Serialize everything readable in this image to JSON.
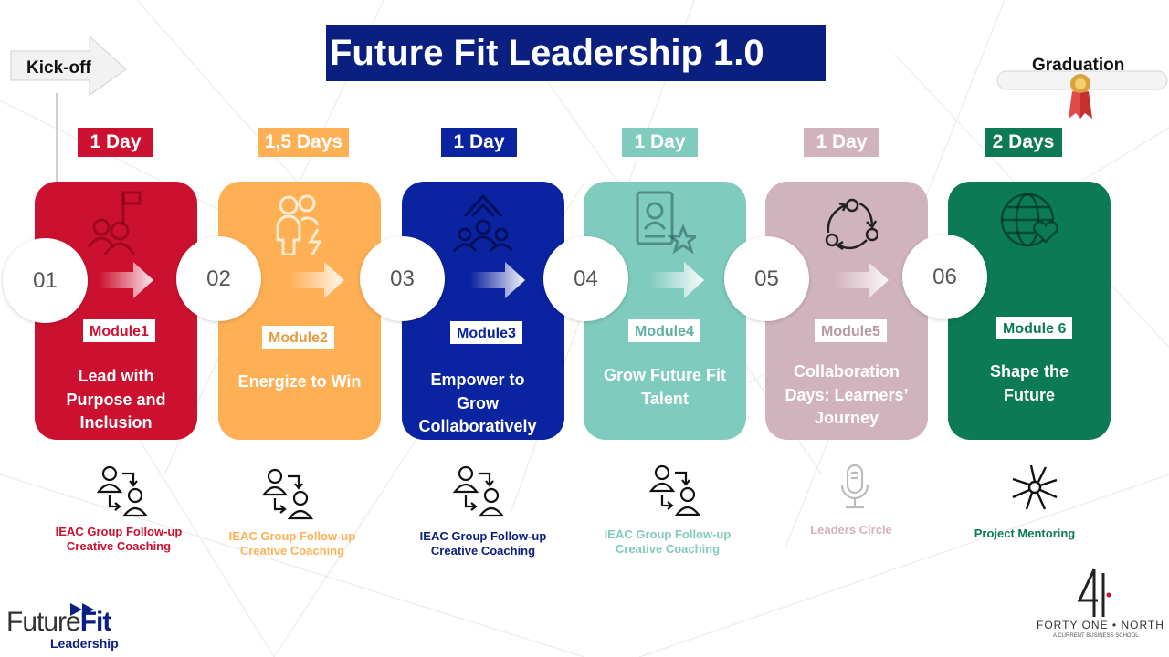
{
  "title": "Future Fit Leadership 1.0",
  "kickoff": "Kick-off",
  "graduation": "Graduation",
  "modules": [
    {
      "number": "01",
      "duration": "1 Day",
      "tag": "Module1",
      "title_lines": [
        "Lead with",
        "Purpose and",
        "Inclusion"
      ],
      "followup_lines": [
        "IEAC Group Follow-up",
        "Creative Coaching"
      ],
      "color": "#cc1130",
      "icon": "leader-group-icon",
      "followup_icon": "coaching-exchange-icon"
    },
    {
      "number": "02",
      "duration": "1,5 Days",
      "tag": "Module2",
      "title_lines": [
        "Energize to Win"
      ],
      "followup_lines": [
        "IEAC Group Follow-up",
        "Creative Coaching"
      ],
      "color": "#ffb055",
      "icon": "energized-people-icon",
      "followup_icon": "coaching-exchange-icon"
    },
    {
      "number": "03",
      "duration": "1 Day",
      "tag": "Module3",
      "title_lines": [
        "Empower to",
        "Grow",
        "Collaboratively"
      ],
      "followup_lines": [
        "IEAC Group Follow-up",
        "Creative Coaching"
      ],
      "color": "#0a23a0",
      "icon": "team-growth-icon",
      "followup_icon": "coaching-exchange-icon"
    },
    {
      "number": "04",
      "duration": "1 Day",
      "tag": "Module4",
      "title_lines": [
        "Grow Future Fit",
        "Talent"
      ],
      "followup_lines": [
        "IEAC Group Follow-up",
        "Creative Coaching"
      ],
      "color": "#7fcbbd",
      "icon": "talent-profile-icon",
      "followup_icon": "coaching-exchange-icon"
    },
    {
      "number": "05",
      "duration": "1 Day",
      "tag": "Module5",
      "title_lines": [
        "Collaboration",
        "Days: Learners’",
        "Journey"
      ],
      "followup_lines": [
        "Leaders Circle"
      ],
      "color": "#d1b3bd",
      "icon": "cycle-network-icon",
      "followup_icon": "microphone-icon"
    },
    {
      "number": "06",
      "duration": "2 Days",
      "tag": "Module 6",
      "title_lines": [
        "Shape the",
        "Future"
      ],
      "followup_lines": [
        "Project Mentoring"
      ],
      "color": "#0b7a55",
      "icon": "globe-heart-icon",
      "followup_icon": "hands-together-icon"
    }
  ],
  "logo_left": {
    "text_regular": "Future",
    "text_bold": "Fit",
    "sub": "Leadership"
  },
  "logo_right": {
    "name": "FORTY ONE • NORTH",
    "sub": "A CURRENT BUSINESS SCHOOL"
  },
  "colors": {
    "title_bg": "#0a1f80"
  }
}
